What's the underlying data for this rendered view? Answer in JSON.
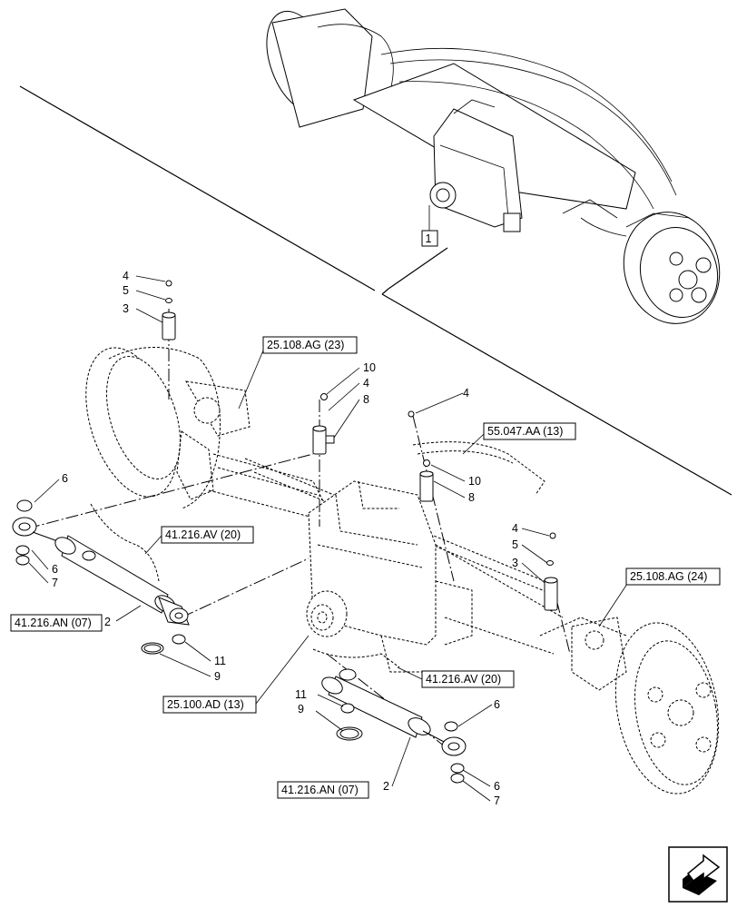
{
  "references": {
    "ref_25108ag_23": "25.108.AG (23)",
    "ref_55047aa_13": "55.047.AA (13)",
    "ref_41216av_20_left": "41.216.AV (20)",
    "ref_25108ag_24": "25.108.AG (24)",
    "ref_41216an_07_left": "41.216.AN (07)",
    "ref_41216av_20_right": "41.216.AV (20)",
    "ref_25100ad_13": "25.100.AD (13)",
    "ref_41216an_07_right": "41.216.AN (07)"
  },
  "callouts": {
    "overview_item": "1",
    "top_left": {
      "n4": "4",
      "n5": "5",
      "n3": "3"
    },
    "center": {
      "n10": "10",
      "n4": "4",
      "n8": "8"
    },
    "right_mid": {
      "n4": "4",
      "n10": "10",
      "n8": "8"
    },
    "right_kingpin": {
      "n4": "4",
      "n5": "5",
      "n3": "3"
    },
    "left_cylinder": {
      "n6": "6",
      "n6b": "6",
      "n7": "7",
      "n2": "2",
      "n11": "11",
      "n9": "9"
    },
    "right_cylinder": {
      "n11": "11",
      "n9": "9",
      "n6": "6",
      "n6b": "6",
      "n7": "7",
      "n2": "2"
    }
  },
  "icons": {
    "nav": "next-page-arrow-icon"
  }
}
